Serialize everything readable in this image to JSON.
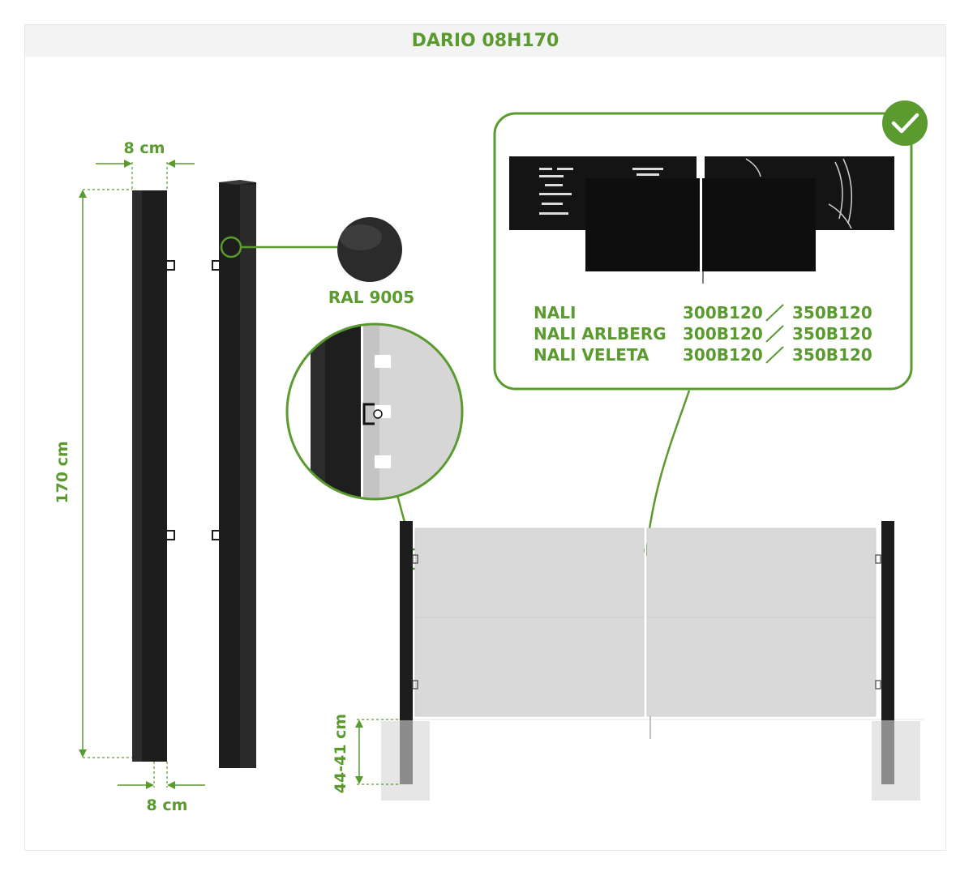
{
  "title": "DARIO 08H170",
  "colors": {
    "accent": "#5a9a2f",
    "post": "#1a1a1a",
    "panel": "#d9d9d9",
    "concrete": "#e8e8e8"
  },
  "dimensions": {
    "width_top": "8 cm",
    "width_bottom": "8 cm",
    "height": "170 cm",
    "foundation": "44-41 cm"
  },
  "color_swatch": {
    "label": "RAL 9005"
  },
  "compatible": {
    "icon": "check-icon",
    "rows": [
      {
        "name": "NALI",
        "model_a": "300B120",
        "model_b": "350B120"
      },
      {
        "name": "NALI ARLBERG",
        "model_a": "300B120",
        "model_b": "350B120"
      },
      {
        "name": "NALI VELETA",
        "model_a": "300B120",
        "model_b": "350B120"
      }
    ]
  }
}
